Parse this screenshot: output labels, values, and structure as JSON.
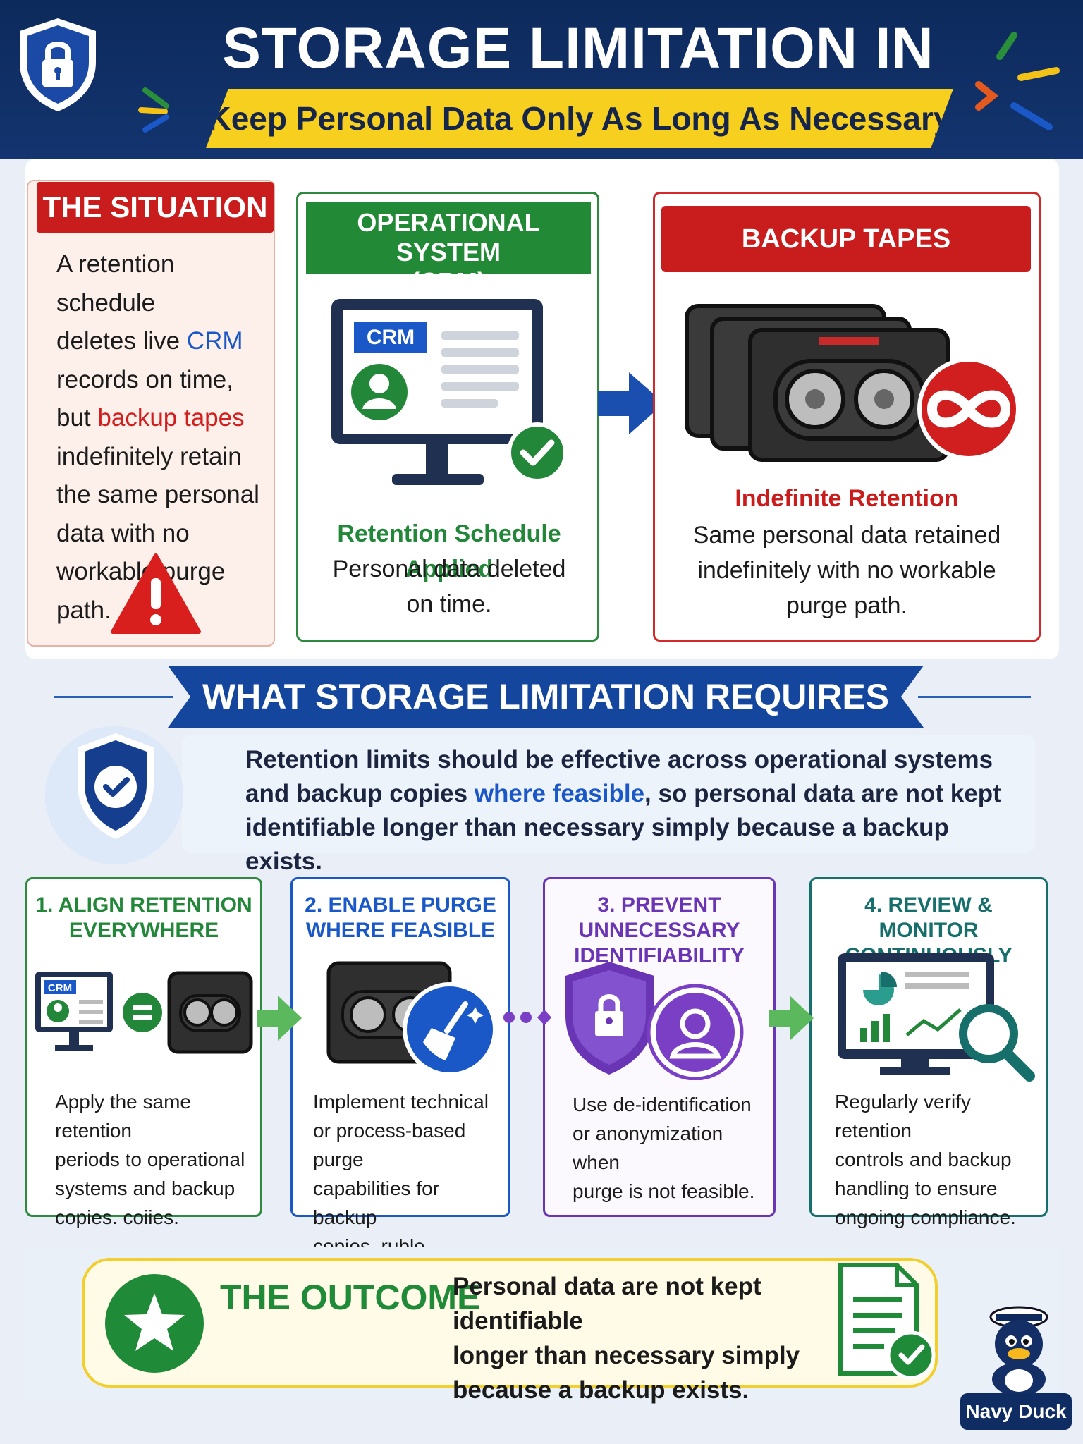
{
  "header": {
    "title": "STORAGE LIMITATION IN ACTION",
    "subtitle": "Keep Personal Data Only As Long As Necessary"
  },
  "situation": {
    "heading": "THE SITUATION",
    "lines": [
      {
        "pre": "A retention schedule",
        "hl": "",
        "post": ""
      },
      {
        "pre": "deletes live ",
        "hl": "CRM",
        "post": ""
      },
      {
        "pre": "records on time,",
        "hl": "",
        "post": ""
      },
      {
        "pre": "but ",
        "hl": "backup tapes",
        "post": ""
      },
      {
        "pre": "indefinitely retain",
        "hl": "",
        "post": ""
      },
      {
        "pre": "the same personal",
        "hl": "",
        "post": ""
      },
      {
        "pre": "data with no",
        "hl": "",
        "post": ""
      },
      {
        "pre": "workable purge path.",
        "hl": "",
        "post": ""
      }
    ]
  },
  "crm": {
    "heading_line1": "OPERATIONAL SYSTEM",
    "heading_line2": "(CRM)",
    "screen_label": "CRM",
    "status": "Retention Schedule Applied",
    "desc_line1": "Personal data deleted",
    "desc_line2": "on time."
  },
  "tapes": {
    "heading": "BACKUP TAPES",
    "status": "Indefinite Retention",
    "desc_line1": "Same personal data retained",
    "desc_line2": "indefinitely with no workable",
    "desc_line3": "purge path."
  },
  "requires": {
    "heading": "WHAT STORAGE LIMITATION REQUIRES",
    "line1": "Retention limits should be effective across operational systems",
    "line2_pre": "and backup copies ",
    "line2_hl": "where feasible",
    "line2_post": ", so personal data are not kept",
    "line3": "identifiable longer than necessary simply because a backup exists."
  },
  "steps": [
    {
      "title1": "1. ALIGN RETENTION",
      "title2": "EVERYWHERE",
      "color": "#23873a",
      "lines": [
        "Apply the same retention",
        "periods to operational",
        "systems and backup",
        "copies. coiies."
      ],
      "icon_label": "CRM"
    },
    {
      "title1": "2. ENABLE PURGE",
      "title2": "WHERE FEASIBLE",
      "color": "#1a57c7",
      "lines": [
        "Implement technical",
        "or process-based purge",
        "capabilities for backup",
        "copies. ruble."
      ]
    },
    {
      "title1": "3. PREVENT UNNECESSARY",
      "title2": "IDENTIFIABILITY",
      "color": "#6a35b5",
      "lines": [
        "Use de-identification",
        "or anonymization when",
        "purge is not feasible."
      ]
    },
    {
      "title1": "4. REVIEW & MONITOR",
      "title2": "CONTINUOUSLY",
      "color": "#176f6c",
      "lines": [
        "Regularly verify retention",
        "controls and backup",
        "handling to ensure",
        "ongoing compliance."
      ]
    }
  ],
  "outcome": {
    "heading": "THE OUTCOME",
    "line1": "Personal data are not kept identifiable",
    "line2": "longer than necessary simply",
    "line3": "because a backup exists."
  },
  "mascot": {
    "label": "Navy Duck"
  },
  "colors": {
    "navy": "#13346f",
    "red": "#c91d1d",
    "green": "#23873a",
    "blue": "#1a57c7",
    "purple": "#6a35b5",
    "teal": "#176f6c",
    "yellow": "#f7cf1f"
  },
  "icons": [
    "padlock-shield-icon",
    "crm-monitor-icon",
    "check-badge-icon",
    "arrow-right-icon",
    "backup-tape-icon",
    "infinity-icon",
    "warning-icon",
    "check-shield-icon",
    "equals-icon",
    "broom-icon",
    "lock-shield-icon",
    "user-icon",
    "analytics-monitor-icon",
    "magnifier-icon",
    "star-icon",
    "document-check-icon",
    "duck-mascot-icon"
  ]
}
